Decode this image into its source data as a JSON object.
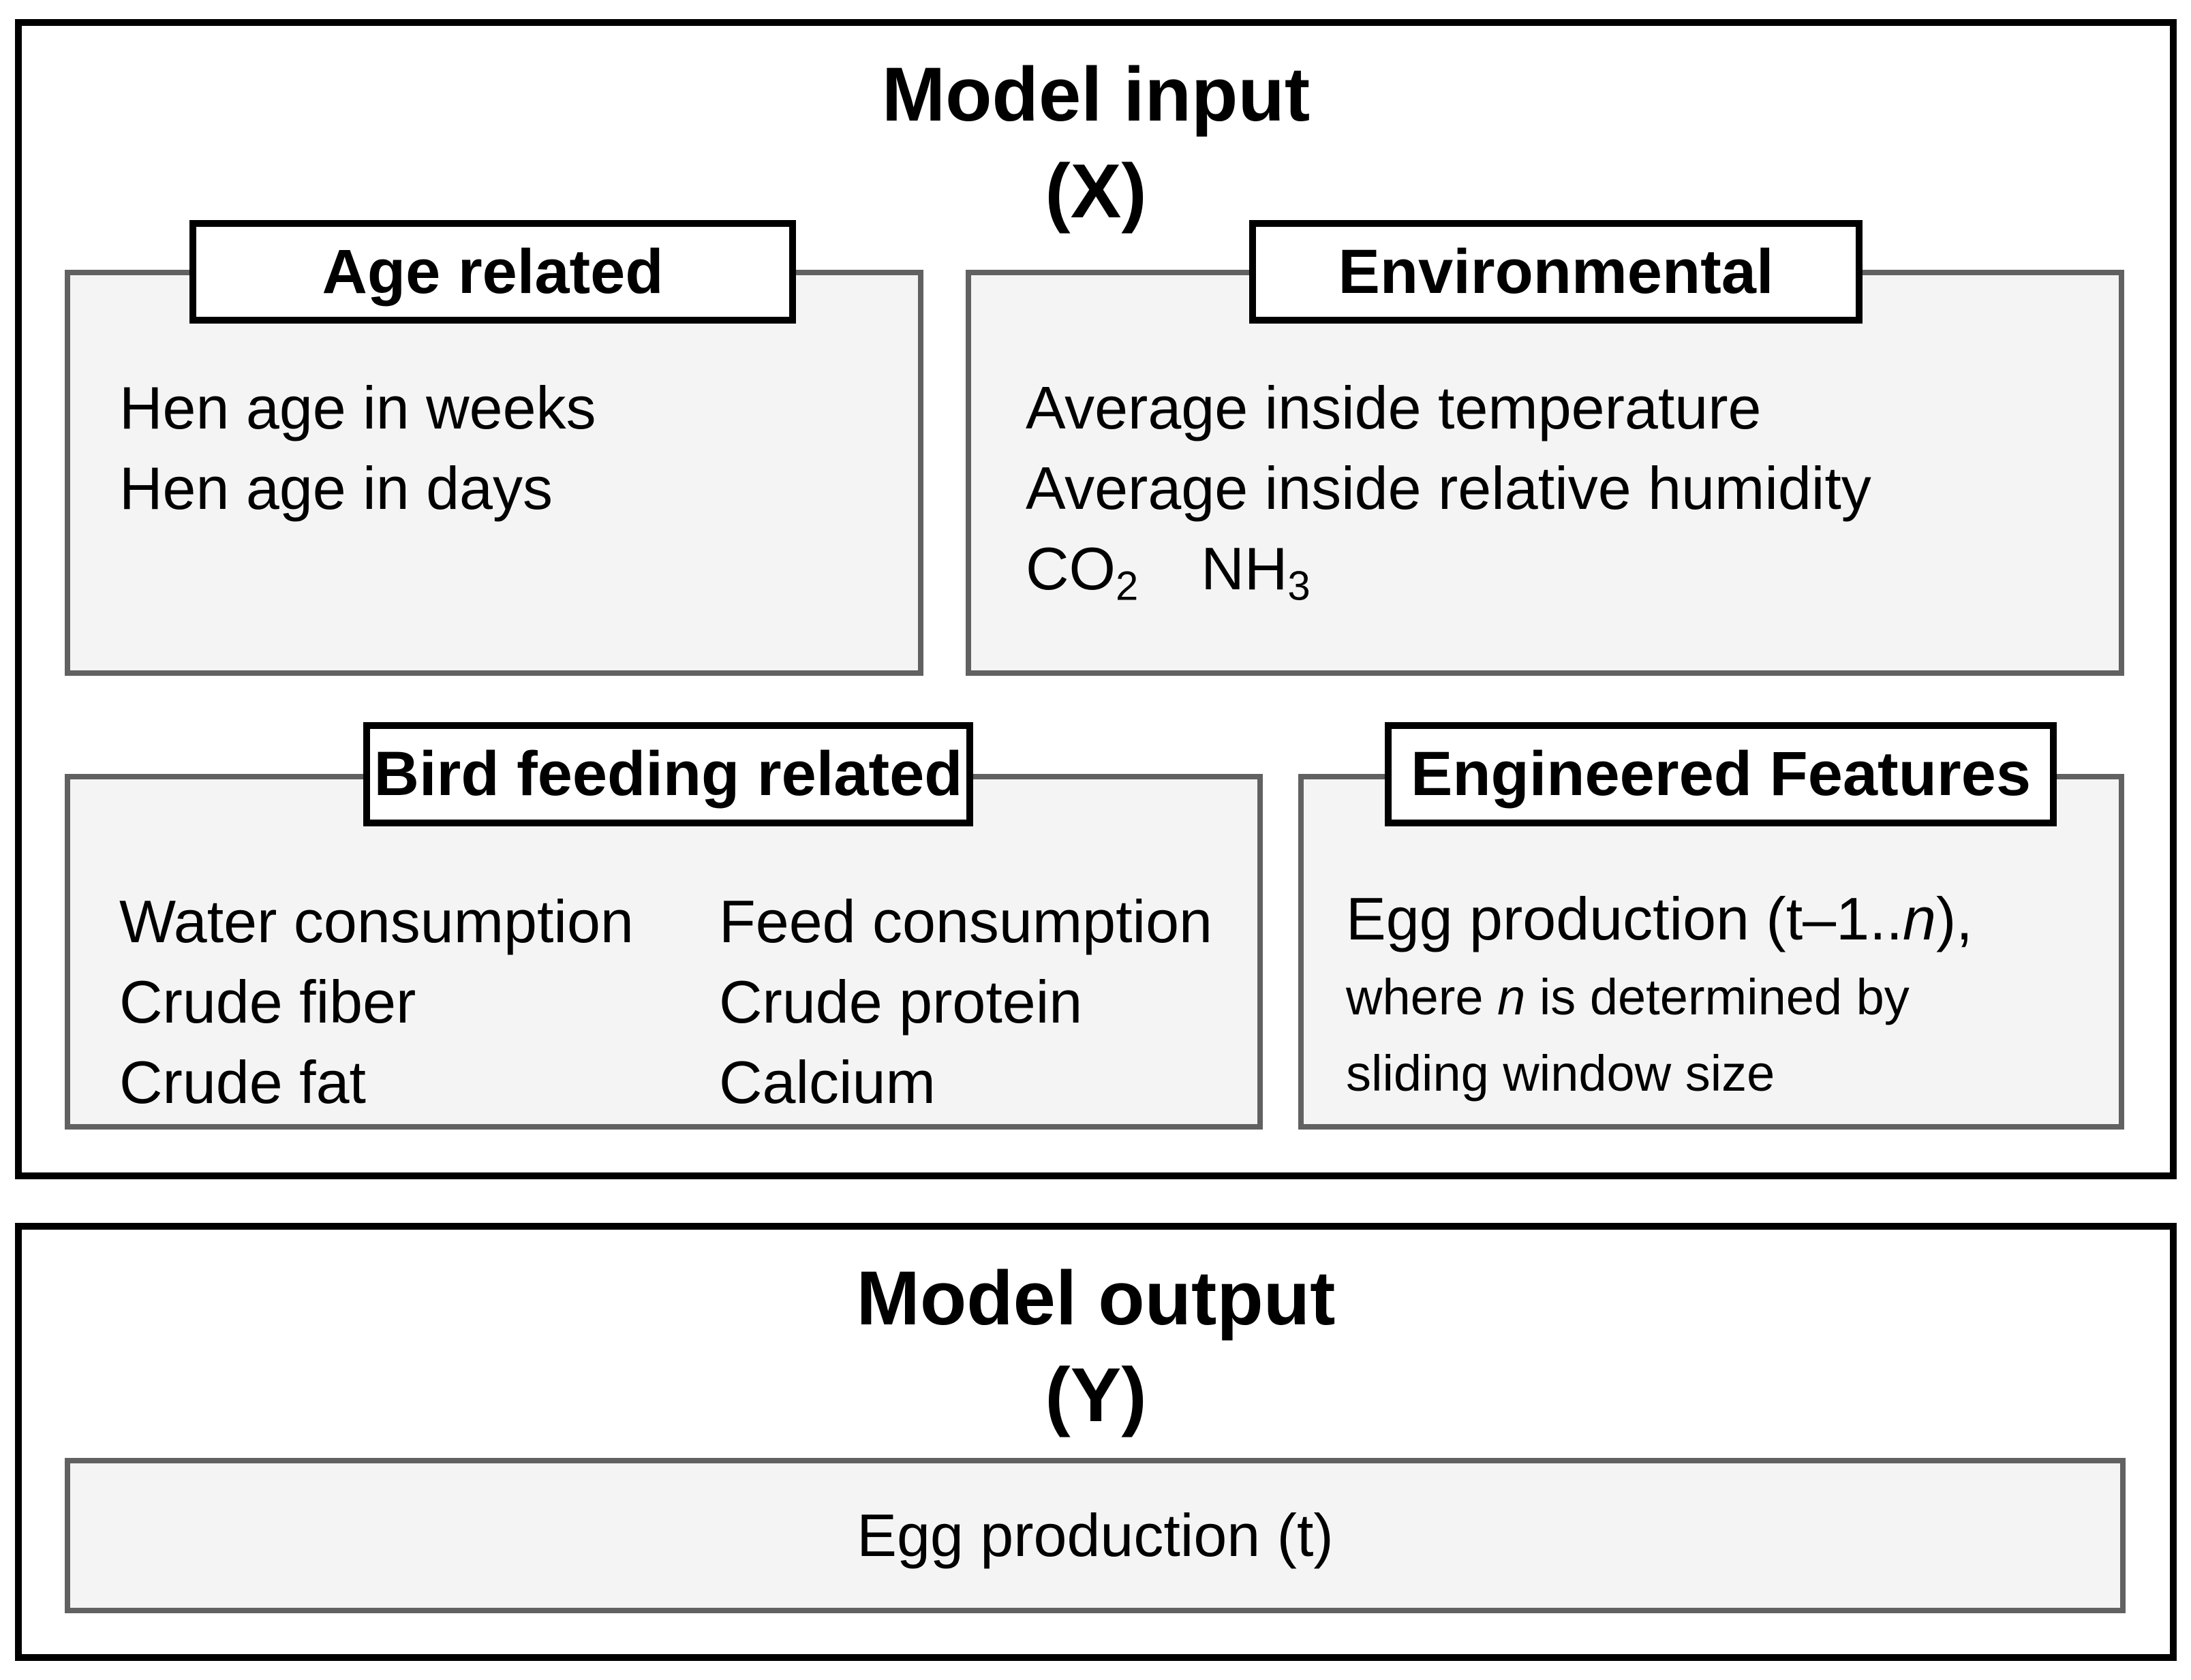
{
  "colors": {
    "border_black": "#000000",
    "border_gray": "#616161",
    "panel_fill": "#f4f4f4",
    "background": "#ffffff",
    "text": "#000000"
  },
  "input": {
    "title": "Model input",
    "subtitle": "(X)",
    "groups": [
      {
        "name": "Age related",
        "items": [
          "Hen age in weeks",
          "Hen age in days"
        ]
      },
      {
        "name": "Environmental",
        "items": [
          "Average inside temperature",
          "Average inside relative humidity"
        ],
        "chem": [
          {
            "base": "CO",
            "sub": "2"
          },
          {
            "base": "NH",
            "sub": "3"
          }
        ]
      },
      {
        "name": "Bird feeding related",
        "columns": [
          [
            "Water consumption",
            "Crude fiber",
            "Crude fat"
          ],
          [
            "Feed consumption",
            "Crude protein",
            "Calcium"
          ]
        ]
      },
      {
        "name": "Engineered Features",
        "line1": {
          "pre": "Egg production (t–1",
          "dots": "..",
          "n": "n",
          "post": "),"
        },
        "line2": {
          "pre": "where ",
          "n": "n",
          "post": " is determined by"
        },
        "line3": "sliding window size"
      }
    ]
  },
  "output": {
    "title": "Model output",
    "subtitle": "(Y)",
    "item": "Egg production (t)"
  }
}
